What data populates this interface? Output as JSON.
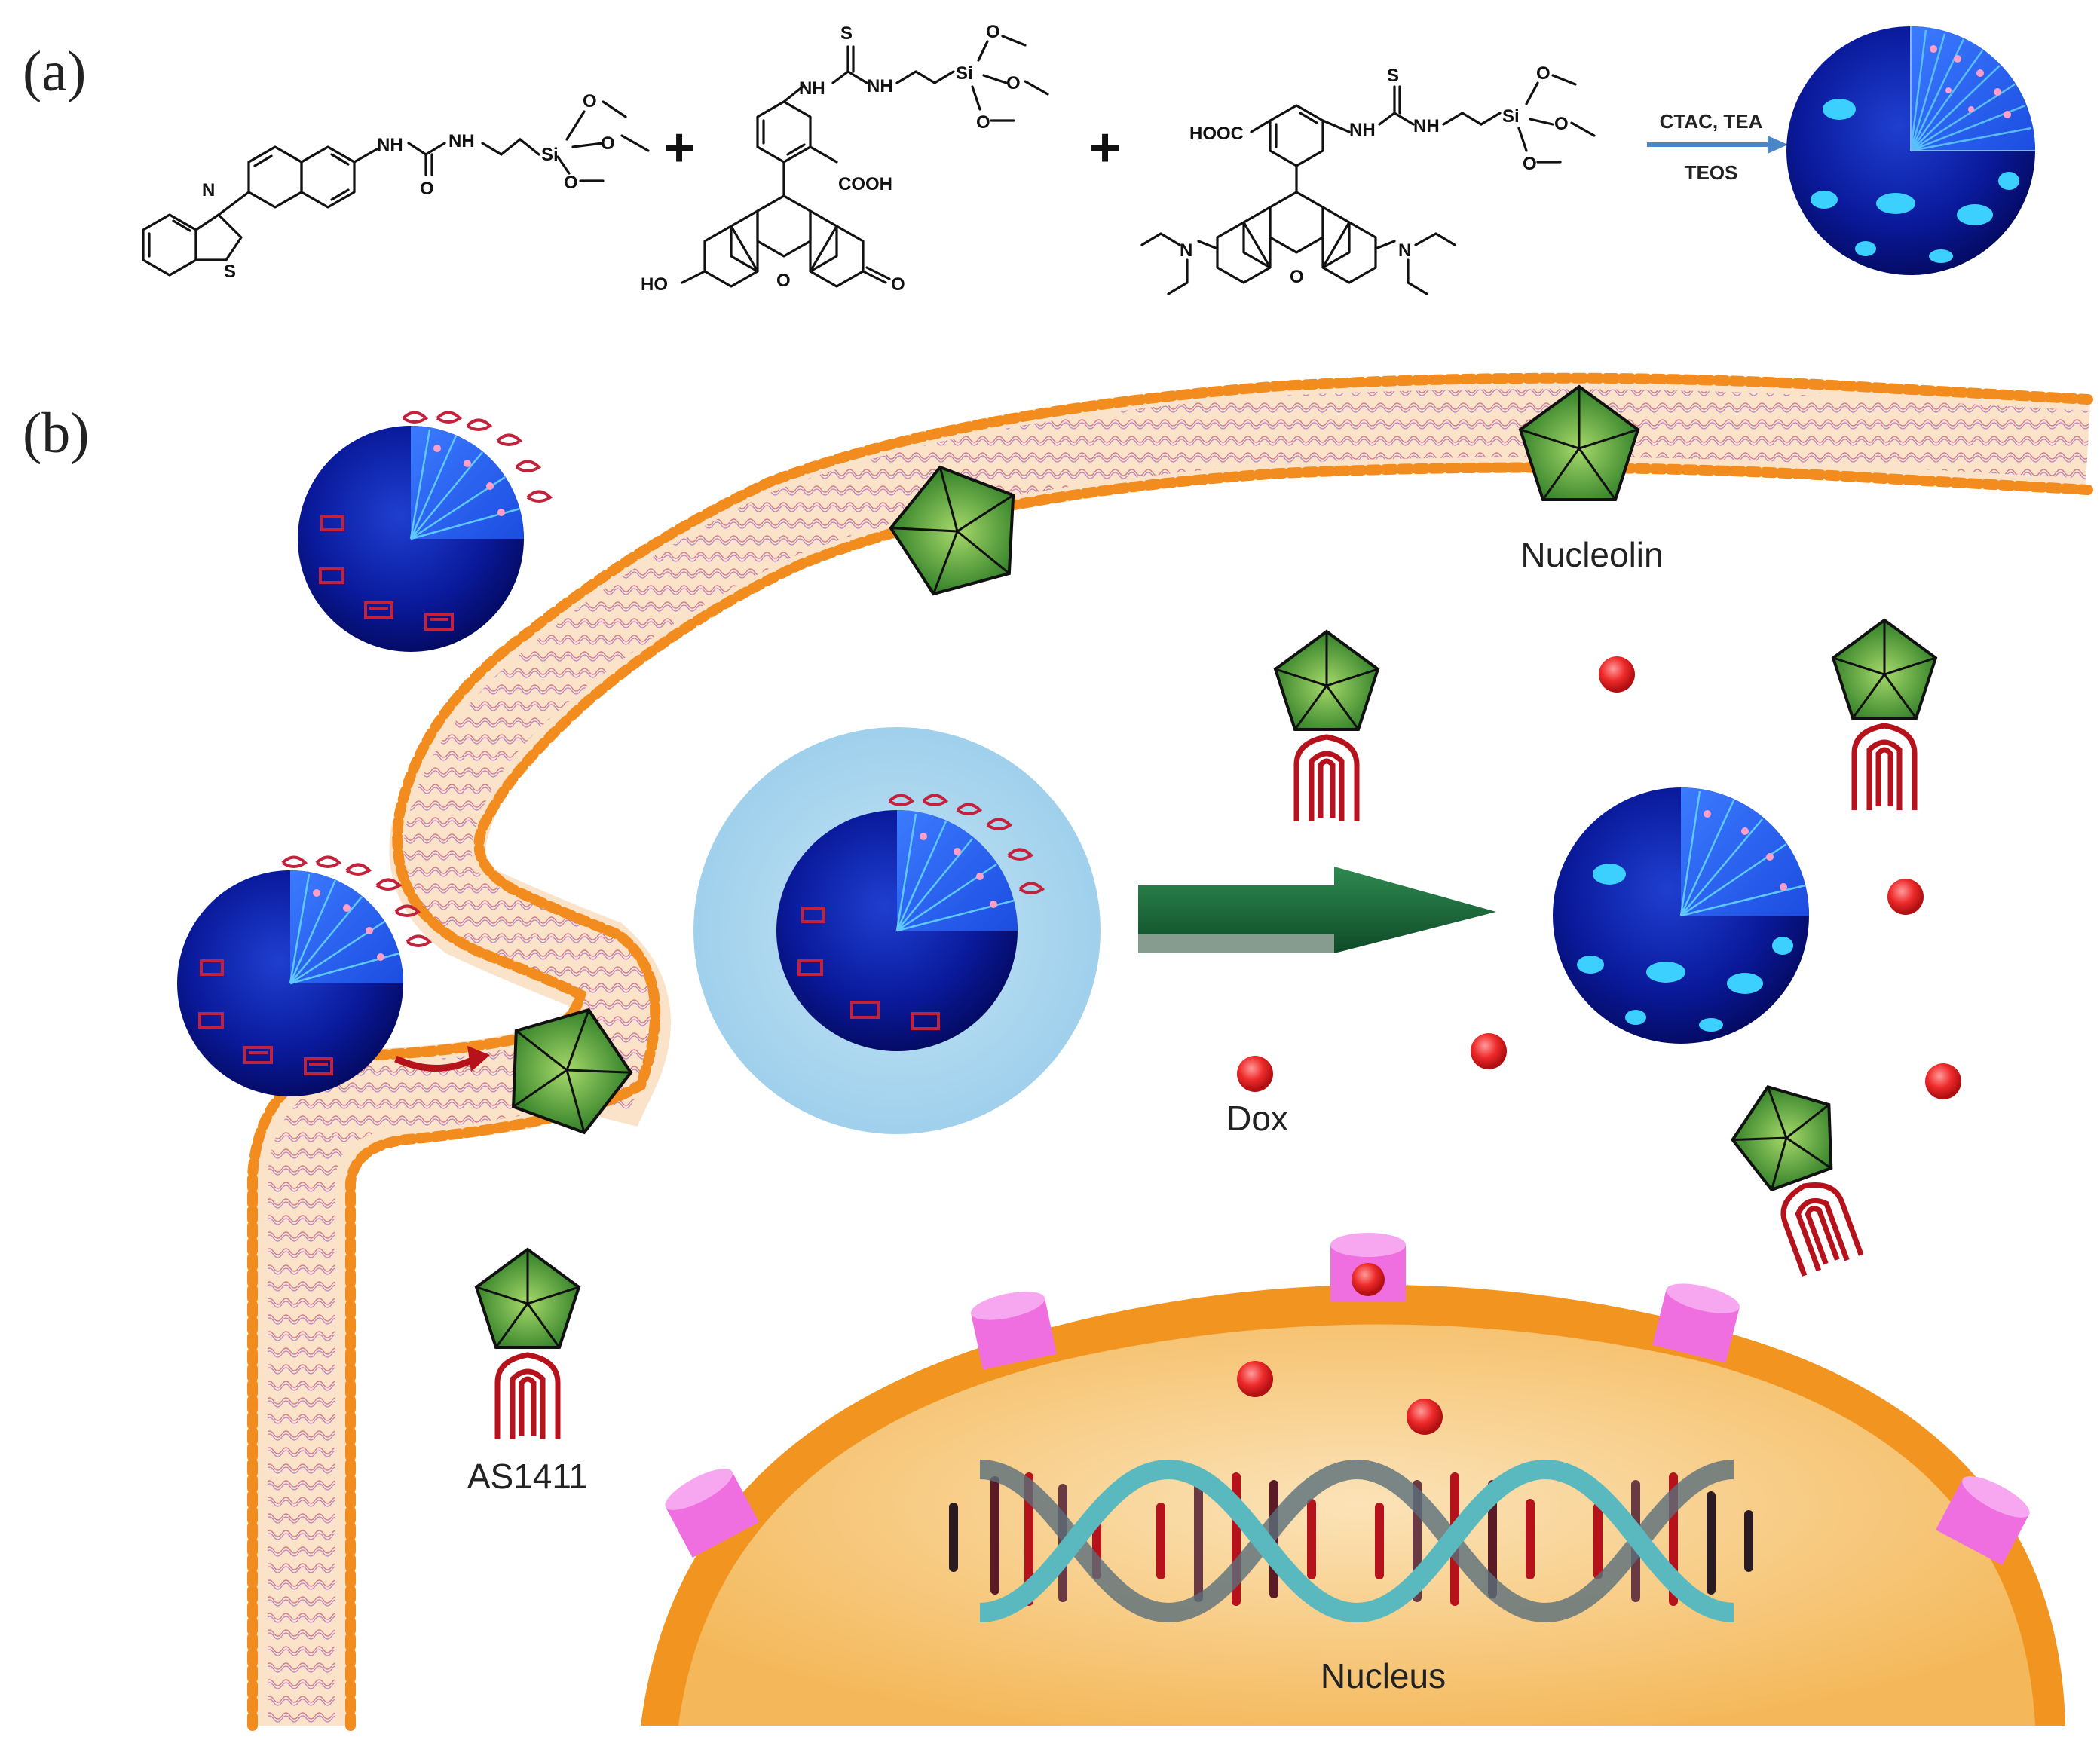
{
  "panels": {
    "a": "(a)",
    "b": "(b)"
  },
  "scheme_a": {
    "precursor1": {
      "nh1": "NH",
      "nh2": "NH",
      "o": "O",
      "n": "N",
      "s": "S",
      "si": "Si",
      "o1": "O",
      "o2": "O",
      "o3": "O"
    },
    "precursor2": {
      "s": "S",
      "nh1": "NH",
      "nh2": "NH",
      "si": "Si",
      "o1": "O",
      "o2": "O",
      "o3": "O",
      "cooh": "COOH",
      "ho": "HO",
      "o_ring": "O",
      "o_keto": "O"
    },
    "precursor3": {
      "s": "S",
      "hooc": "HOOC",
      "nh1": "NH",
      "nh2": "NH",
      "si": "Si",
      "o1": "O",
      "o2": "O",
      "o3": "O",
      "n_left": "N",
      "n_right": "N",
      "o_ring": "O"
    },
    "plus1": "+",
    "plus2": "+",
    "conditions_top": "CTAC, TEA",
    "conditions_bottom": "TEOS"
  },
  "labels": {
    "nucleolin": "Nucleolin",
    "dox": "Dox",
    "as1411": "AS1411",
    "nucleus": "Nucleus"
  },
  "colors": {
    "nanoparticle": "#0a1a8c",
    "membrane_head": "#f28c1e",
    "receptor": "#3a8a2c",
    "aptamer": "#b5121b",
    "dox": "#e8202a",
    "nucleus_fill": "#f7c46e",
    "nucleus_rim": "#f29520",
    "pore": "#ef6fe0",
    "endosome": "#a9d6ee",
    "arrow": "#1b5e37",
    "dna_helix": "#5ab9bf"
  }
}
